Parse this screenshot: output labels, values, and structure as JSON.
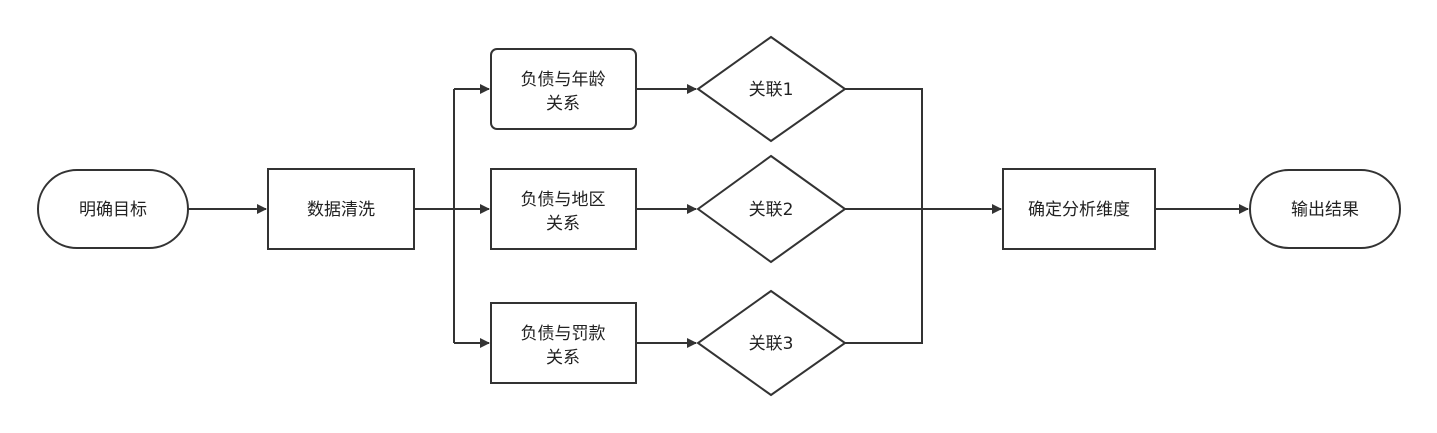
{
  "nodes": {
    "start": {
      "text": "明确目标"
    },
    "clean": {
      "text": "数据清洗"
    },
    "rel_age": {
      "line1": "负债与年龄",
      "line2": "关系"
    },
    "rel_region": {
      "line1": "负债与地区",
      "line2": "关系"
    },
    "rel_penalty": {
      "line1": "负债与罚款",
      "line2": "关系"
    },
    "link1": {
      "text": "关联1"
    },
    "link2": {
      "text": "关联2"
    },
    "link3": {
      "text": "关联3"
    },
    "dimension": {
      "text": "确定分析维度"
    },
    "end": {
      "text": "输出结果"
    }
  },
  "colors": {
    "stroke": "#333333",
    "fill": "#ffffff",
    "text": "#222222"
  }
}
